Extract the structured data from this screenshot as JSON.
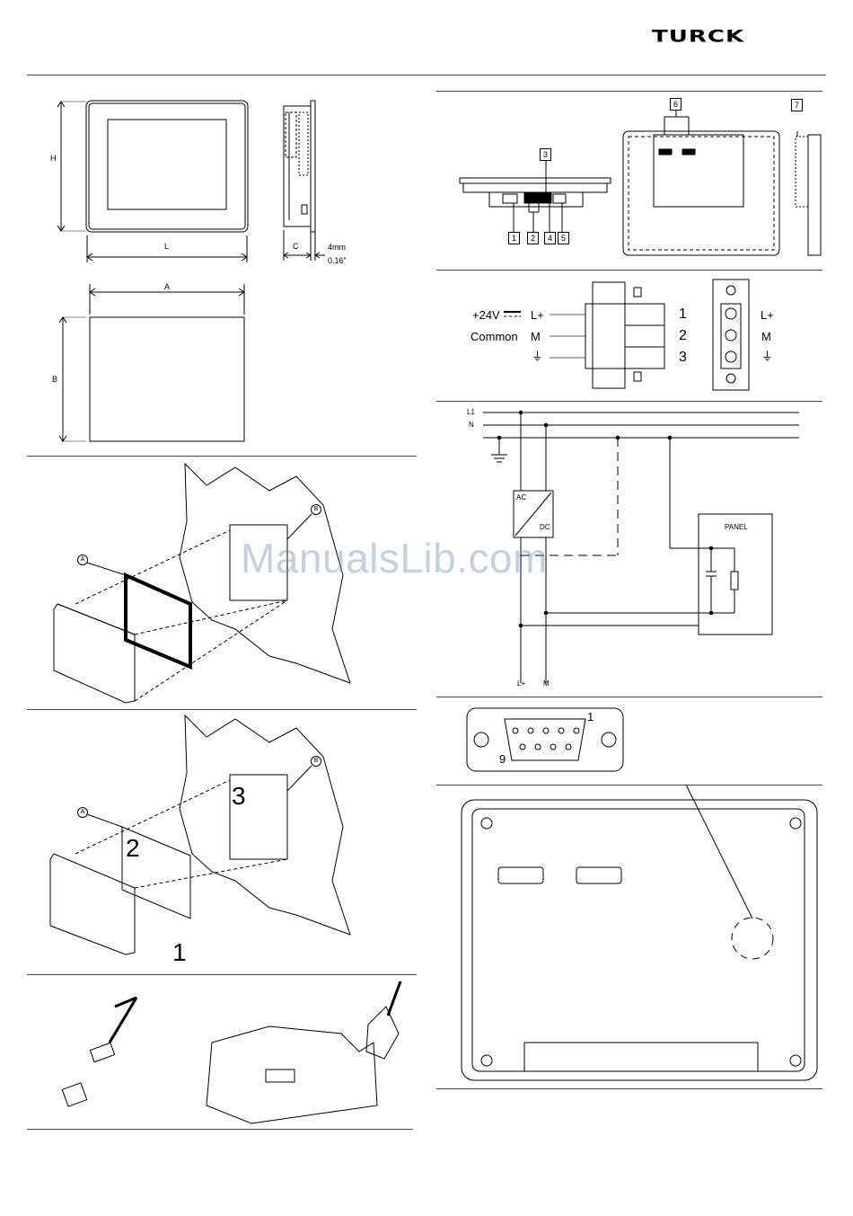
{
  "header": {
    "logo_text": "TURCK"
  },
  "watermark": "ManualsLib.com",
  "dimensions": {
    "height": "H",
    "length": "L",
    "depth": "C",
    "bezel_mm": "4mm",
    "bezel_in": "0.16\"",
    "cutout_width": "A",
    "cutout_height": "B"
  },
  "views": {
    "callouts": [
      "1",
      "2",
      "3",
      "4",
      "5",
      "6",
      "7"
    ]
  },
  "power_connector": {
    "supply_label": "+24V",
    "common_label": "Common",
    "pins": [
      {
        "number": "1",
        "signal": "L+"
      },
      {
        "number": "2",
        "signal": "M"
      },
      {
        "number": "3",
        "signal": "⏚"
      }
    ]
  },
  "wiring": {
    "line1": "L1",
    "neutral": "N",
    "ac": "AC",
    "dc": "DC",
    "panel": "PANEL",
    "out_plus": "L+",
    "out_minus": "M"
  },
  "installation": {
    "label_a": "A",
    "label_b": "B",
    "step1": "1",
    "step2": "2",
    "step3": "3"
  },
  "dsub": {
    "pin_first": "1",
    "pin_last": "9"
  },
  "colors": {
    "line": "#000000",
    "watermark": "#7896be",
    "rule": "#444444"
  }
}
